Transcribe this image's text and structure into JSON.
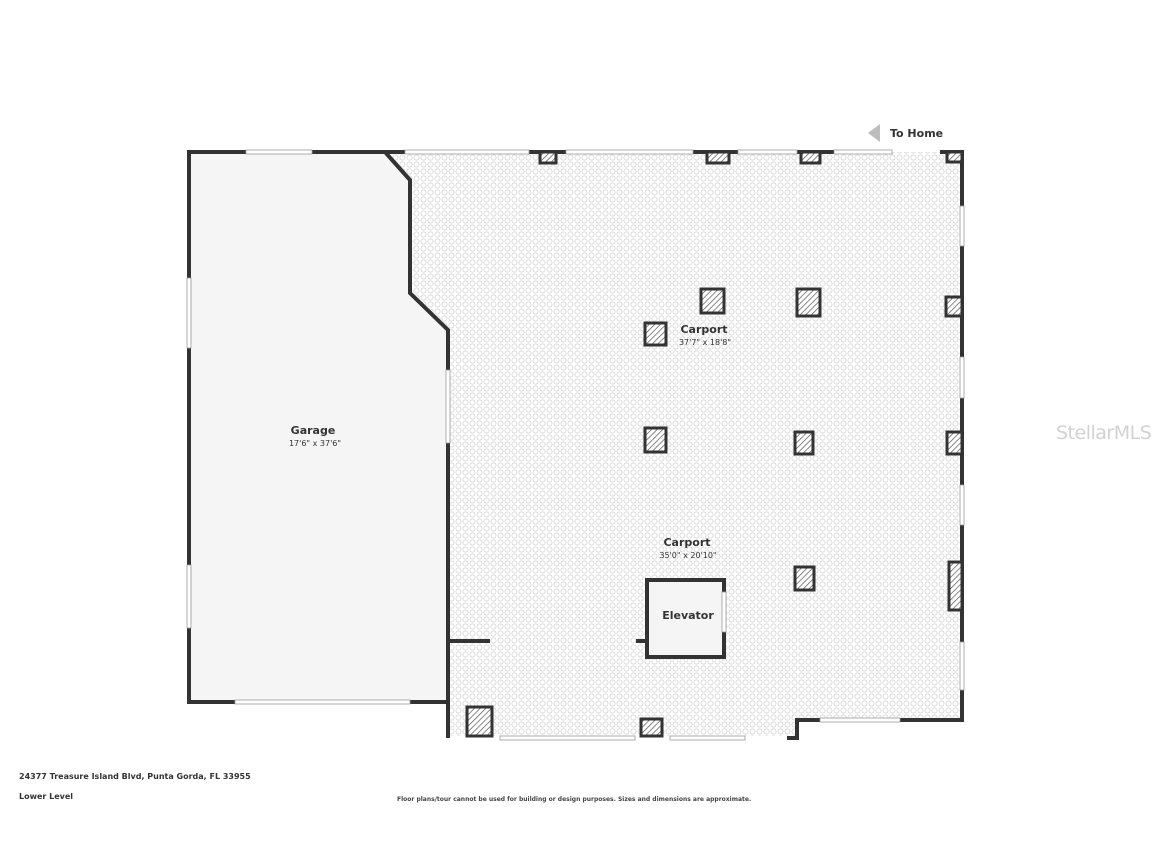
{
  "plan": {
    "direction_label": "To Home",
    "watermark": "StellarMLS",
    "rooms": {
      "garage": {
        "name": "Garage",
        "dimensions": "17'6\" x 37'6\""
      },
      "carport_upper": {
        "name": "Carport",
        "dimensions": "37'7\" x 18'8\""
      },
      "carport_lower": {
        "name": "Carport",
        "dimensions": "35'0\" x 20'10\""
      },
      "elevator": {
        "name": "Elevator"
      }
    }
  },
  "footer": {
    "address": "24377 Treasure Island Blvd, Punta Gorda, FL 33955",
    "level": "Lower Level",
    "disclaimer": "Floor plans/tour cannot be used for building or design purposes. Sizes and dimensions are approximate."
  },
  "colors": {
    "wall": "#333333",
    "garage_floor": "#f5f5f5",
    "carport_floor": "#ececec",
    "pillar_hatch": "#555555"
  }
}
